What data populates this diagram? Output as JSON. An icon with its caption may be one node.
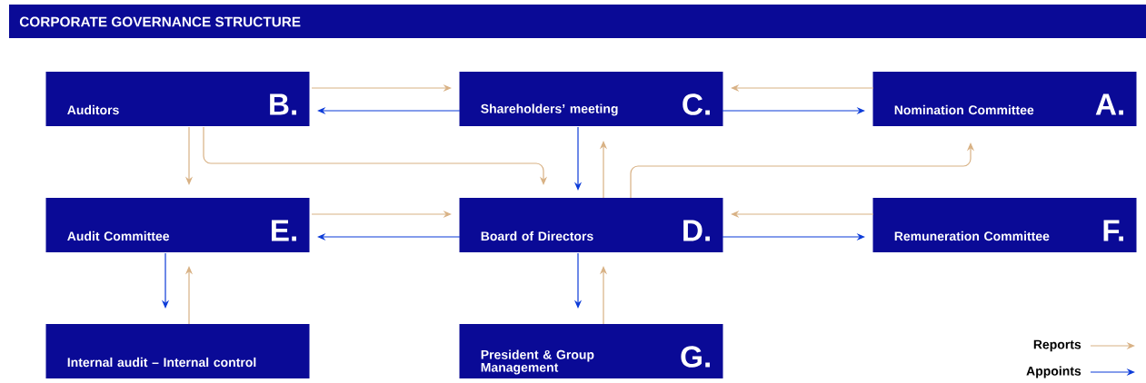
{
  "diagram": {
    "title": "CORPORATE GOVERNANCE STRUCTURE",
    "nodes": [
      {
        "text": [
          "Auditors",
          "B."
        ]
      },
      {
        "text": [
          "Shareholders’ meeting",
          "C."
        ]
      },
      {
        "text": [
          "Nomination Committee",
          "A."
        ]
      },
      {
        "text": [
          "Audit Committee",
          "E."
        ]
      },
      {
        "text": [
          "Board of Directors",
          "D."
        ]
      },
      {
        "text": [
          "Remuneration Committee",
          "F."
        ]
      },
      {
        "text": [
          "Internal audit – Internal control"
        ]
      },
      {
        "text": [
          "President & Group Management",
          "G."
        ]
      }
    ],
    "edges": [
      {
        "from": 0,
        "to": 1,
        "arrow": "to"
      },
      {
        "from": 1,
        "to": 0,
        "arrow": "to",
        "color": "#0b3ad8"
      },
      {
        "from": 1,
        "to": 2,
        "arrow": "to",
        "color": "#0b3ad8"
      },
      {
        "from": 2,
        "to": 1,
        "arrow": "to"
      },
      {
        "from": 0,
        "to": 3,
        "arrow": "to"
      },
      {
        "from": 0,
        "to": 4,
        "arrow": "to"
      },
      {
        "from": 1,
        "to": 4,
        "arrow": "to",
        "color": "#0b3ad8"
      },
      {
        "from": 4,
        "to": 1,
        "arrow": "to"
      },
      {
        "from": 4,
        "to": 2,
        "arrow": "to"
      },
      {
        "from": 3,
        "to": 4,
        "arrow": "to"
      },
      {
        "from": 4,
        "to": 3,
        "arrow": "to",
        "color": "#0b3ad8"
      },
      {
        "from": 4,
        "to": 5,
        "arrow": "to",
        "color": "#0b3ad8"
      },
      {
        "from": 5,
        "to": 4,
        "arrow": "to"
      },
      {
        "from": 3,
        "to": 6,
        "arrow": "to",
        "color": "#0b3ad8"
      },
      {
        "from": 6,
        "to": 3,
        "arrow": "to"
      },
      {
        "from": 4,
        "to": 7,
        "arrow": "to",
        "color": "#0b3ad8"
      },
      {
        "from": 7,
        "to": 4,
        "arrow": "to"
      }
    ],
    "legend": [
      {
        "text": "Reports"
      },
      {
        "text": "Appoints"
      }
    ]
  }
}
